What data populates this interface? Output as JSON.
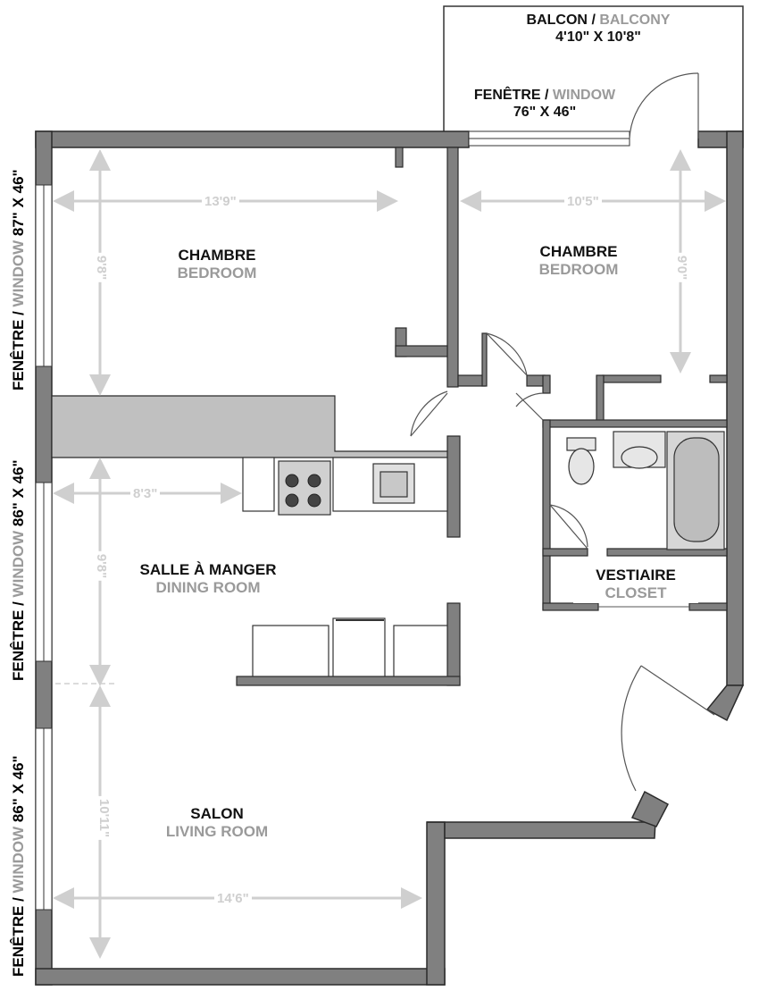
{
  "rooms": {
    "bedroom1": {
      "fr": "CHAMBRE",
      "en": "BEDROOM",
      "width": "13'9\"",
      "depth": "9'8\""
    },
    "bedroom2": {
      "fr": "CHAMBRE",
      "en": "BEDROOM",
      "width": "10'5\"",
      "depth": "9'0\""
    },
    "dining": {
      "fr": "SALLE À MANGER",
      "en": "DINING ROOM",
      "width": "8'3\"",
      "depth": "9'8\""
    },
    "living": {
      "fr": "SALON",
      "en": "LIVING ROOM",
      "width": "14'6\"",
      "depth": "10'11\""
    },
    "closet": {
      "fr": "VESTIAIRE",
      "en": "CLOSET"
    }
  },
  "balcony": {
    "fr": "BALCON",
    "en": "BALCONY",
    "size": "4'10\" X 10'8\""
  },
  "top_window": {
    "fr": "FENÊTRE",
    "en": "WINDOW",
    "size": "76\" X 46\""
  },
  "side_windows": [
    {
      "fr": "FENÊTRE",
      "en": "WINDOW",
      "size": "87\" X 46\""
    },
    {
      "fr": "FENÊTRE",
      "en": "WINDOW",
      "size": "86\" X 46\""
    },
    {
      "fr": "FENÊTRE",
      "en": "WINDOW",
      "size": "86\" X 46\""
    }
  ],
  "separator": "/",
  "colors": {
    "wall": "#808080",
    "wall_outline": "#2b2b2b",
    "counter": "#c0c0c0",
    "dimension": "#cfcfcf",
    "english_label": "#9a9a9a"
  }
}
